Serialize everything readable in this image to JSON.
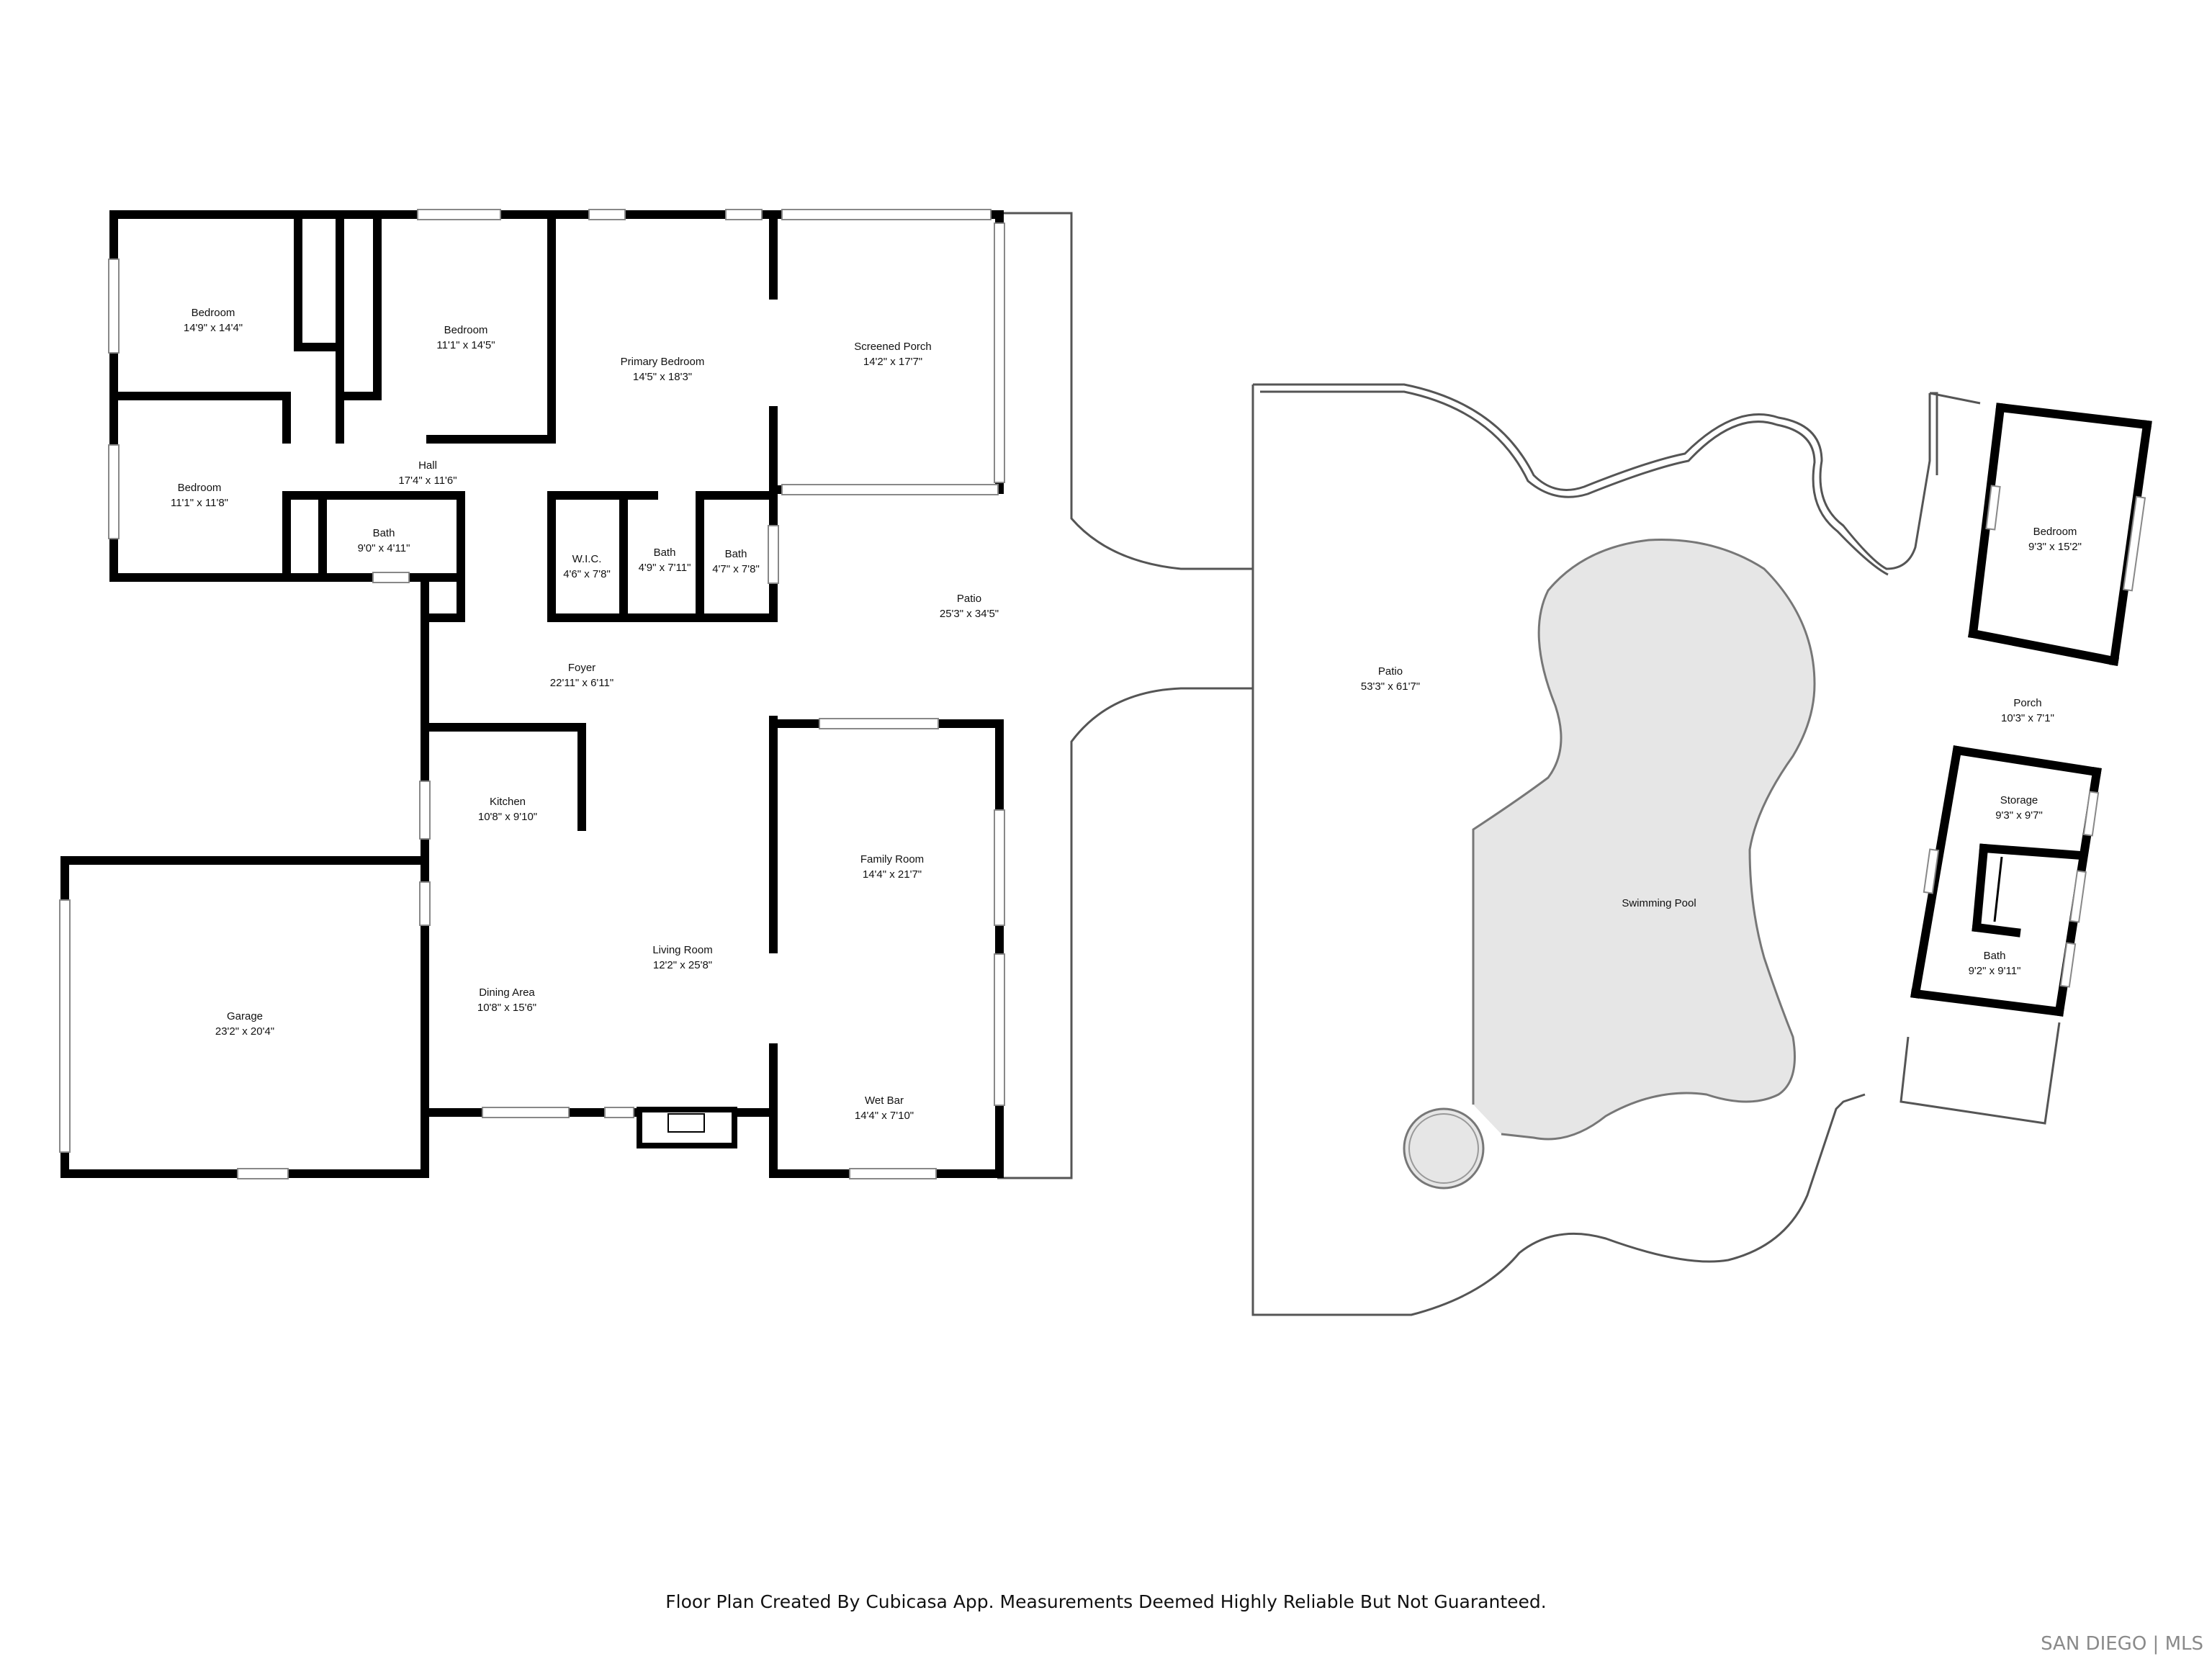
{
  "rooms": {
    "bedroom1": {
      "name": "Bedroom",
      "dims": "14'9\" x 14'4\""
    },
    "bedroom2": {
      "name": "Bedroom",
      "dims": "11'1\" x 14'5\""
    },
    "primary": {
      "name": "Primary Bedroom",
      "dims": "14'5\" x 18'3\""
    },
    "screened": {
      "name": "Screened Porch",
      "dims": "14'2\" x 17'7\""
    },
    "bedroom3": {
      "name": "Bedroom",
      "dims": "11'1\" x 11'8\""
    },
    "hall": {
      "name": "Hall",
      "dims": "17'4\" x 11'6\""
    },
    "bath1": {
      "name": "Bath",
      "dims": "9'0\" x 4'11\""
    },
    "wic": {
      "name": "W.I.C.",
      "dims": "4'6\" x 7'8\""
    },
    "bath2": {
      "name": "Bath",
      "dims": "4'9\" x 7'11\""
    },
    "bath3": {
      "name": "Bath",
      "dims": "4'7\" x 7'8\""
    },
    "patio1": {
      "name": "Patio",
      "dims": "25'3\" x 34'5\""
    },
    "foyer": {
      "name": "Foyer",
      "dims": "22'11\" x 6'11\""
    },
    "kitchen": {
      "name": "Kitchen",
      "dims": "10'8\" x 9'10\""
    },
    "family": {
      "name": "Family Room",
      "dims": "14'4\" x 21'7\""
    },
    "living": {
      "name": "Living Room",
      "dims": "12'2\" x 25'8\""
    },
    "garage": {
      "name": "Garage",
      "dims": "23'2\" x 20'4\""
    },
    "dining": {
      "name": "Dining Area",
      "dims": "10'8\" x 15'6\""
    },
    "wetbar": {
      "name": "Wet Bar",
      "dims": "14'4\" x 7'10\""
    },
    "patio2": {
      "name": "Patio",
      "dims": "53'3\" x 61'7\""
    },
    "pool": {
      "name": "Swimming Pool",
      "dims": ""
    },
    "bedroom4": {
      "name": "Bedroom",
      "dims": "9'3\" x 15'2\""
    },
    "porch": {
      "name": "Porch",
      "dims": "10'3\" x 7'1\""
    },
    "storage": {
      "name": "Storage",
      "dims": "9'3\" x 9'7\""
    },
    "bath4": {
      "name": "Bath",
      "dims": "9'2\" x 9'11\""
    }
  },
  "disclaimer": "Floor Plan Created By Cubicasa App. Measurements Deemed Highly Reliable But Not Guaranteed.",
  "brand": "SAN DIEGO | MLS",
  "colors": {
    "wall": "#000000",
    "pool_fill": "#e6e6e6",
    "outline": "#555555",
    "brand": "#8a8a8a"
  }
}
